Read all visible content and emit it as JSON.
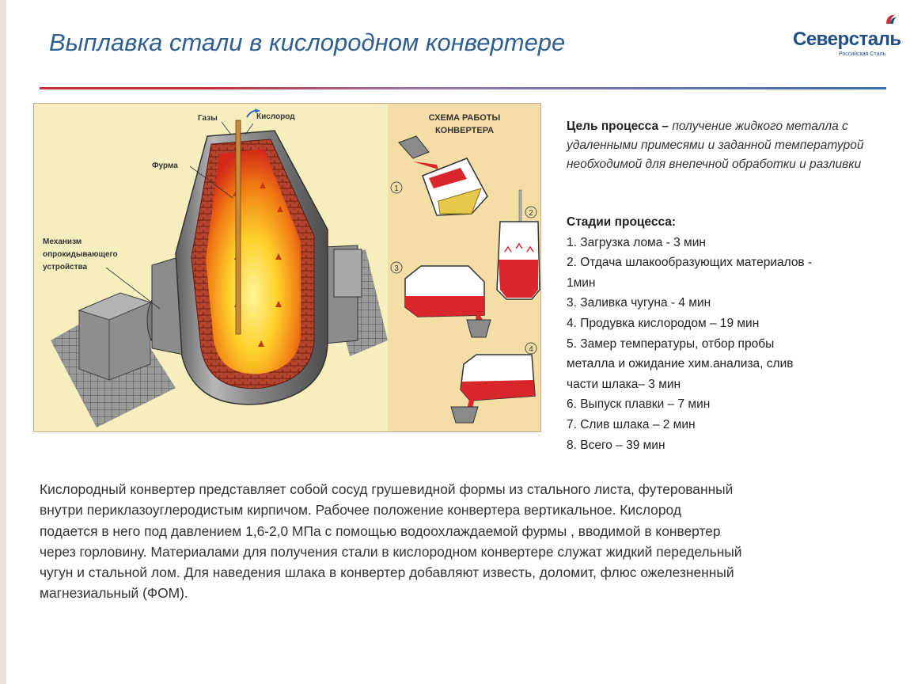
{
  "header": {
    "title": "Выплавка стали в кислородном конвертере",
    "logo_name": "Северсталь",
    "logo_sub": "Российская Сталь"
  },
  "figure": {
    "label_gases": "Газы",
    "label_oxygen": "Кислород",
    "label_lance": "Фурма",
    "label_mechanism": [
      "Механизм",
      "опрокидывающего",
      "устройства"
    ],
    "scheme_title": [
      "СХЕМА РАБОТЫ",
      "КОНВЕРТЕРА"
    ],
    "step_numbers": [
      "1",
      "2",
      "3",
      "4"
    ]
  },
  "goal": {
    "label": "Цель процесса –",
    "text": "получение жидкого металла с удаленными примесями и заданной температурой необходимой для внепечной обработки и разливки"
  },
  "stages": {
    "title": "Стадии процесса:",
    "lines": [
      "1. Загрузка лома - 3 мин",
      "2. Отдача шлакообразующих материалов -",
      "1мин",
      "3. Заливка чугуна - 4 мин",
      "4. Продувка кислородом – 19 мин",
      "5. Замер температуры, отбор пробы",
      "металла и ожидание хим.анализа, слив",
      "части шлака– 3 мин",
      "6. Выпуск плавки – 7 мин",
      "7. Слив шлака – 2 мин",
      "8. Всего – 39 мин"
    ]
  },
  "description": {
    "lines": [
      "Кислородный конвертер представляет собой сосуд грушевидной формы из стального листа, футерованный",
      "внутри  периклазоуглеродистым кирпичом. Рабочее положение конвертера вертикальное.  Кислород",
      "подается в него под давлением 1,6-2,0 МПа с помощью водоохлаждаемой фурмы , вводимой в конвертер",
      "через горловину. Материалами для получения стали в кислородном конвертере служат жидкий передельный",
      "чугун и стальной лом. Для наведения шлака в конвертер добавляют известь, доломит, флюс ожелезненный",
      "магнезиальный (ФОМ)."
    ]
  },
  "colors": {
    "title": "#2e5f8f",
    "logo": "#1f4f86",
    "accent_red": "#c9303a",
    "figure_bg": "#f7eec0",
    "scheme_bg": "#f3dea6",
    "molten": "#d8262a"
  }
}
